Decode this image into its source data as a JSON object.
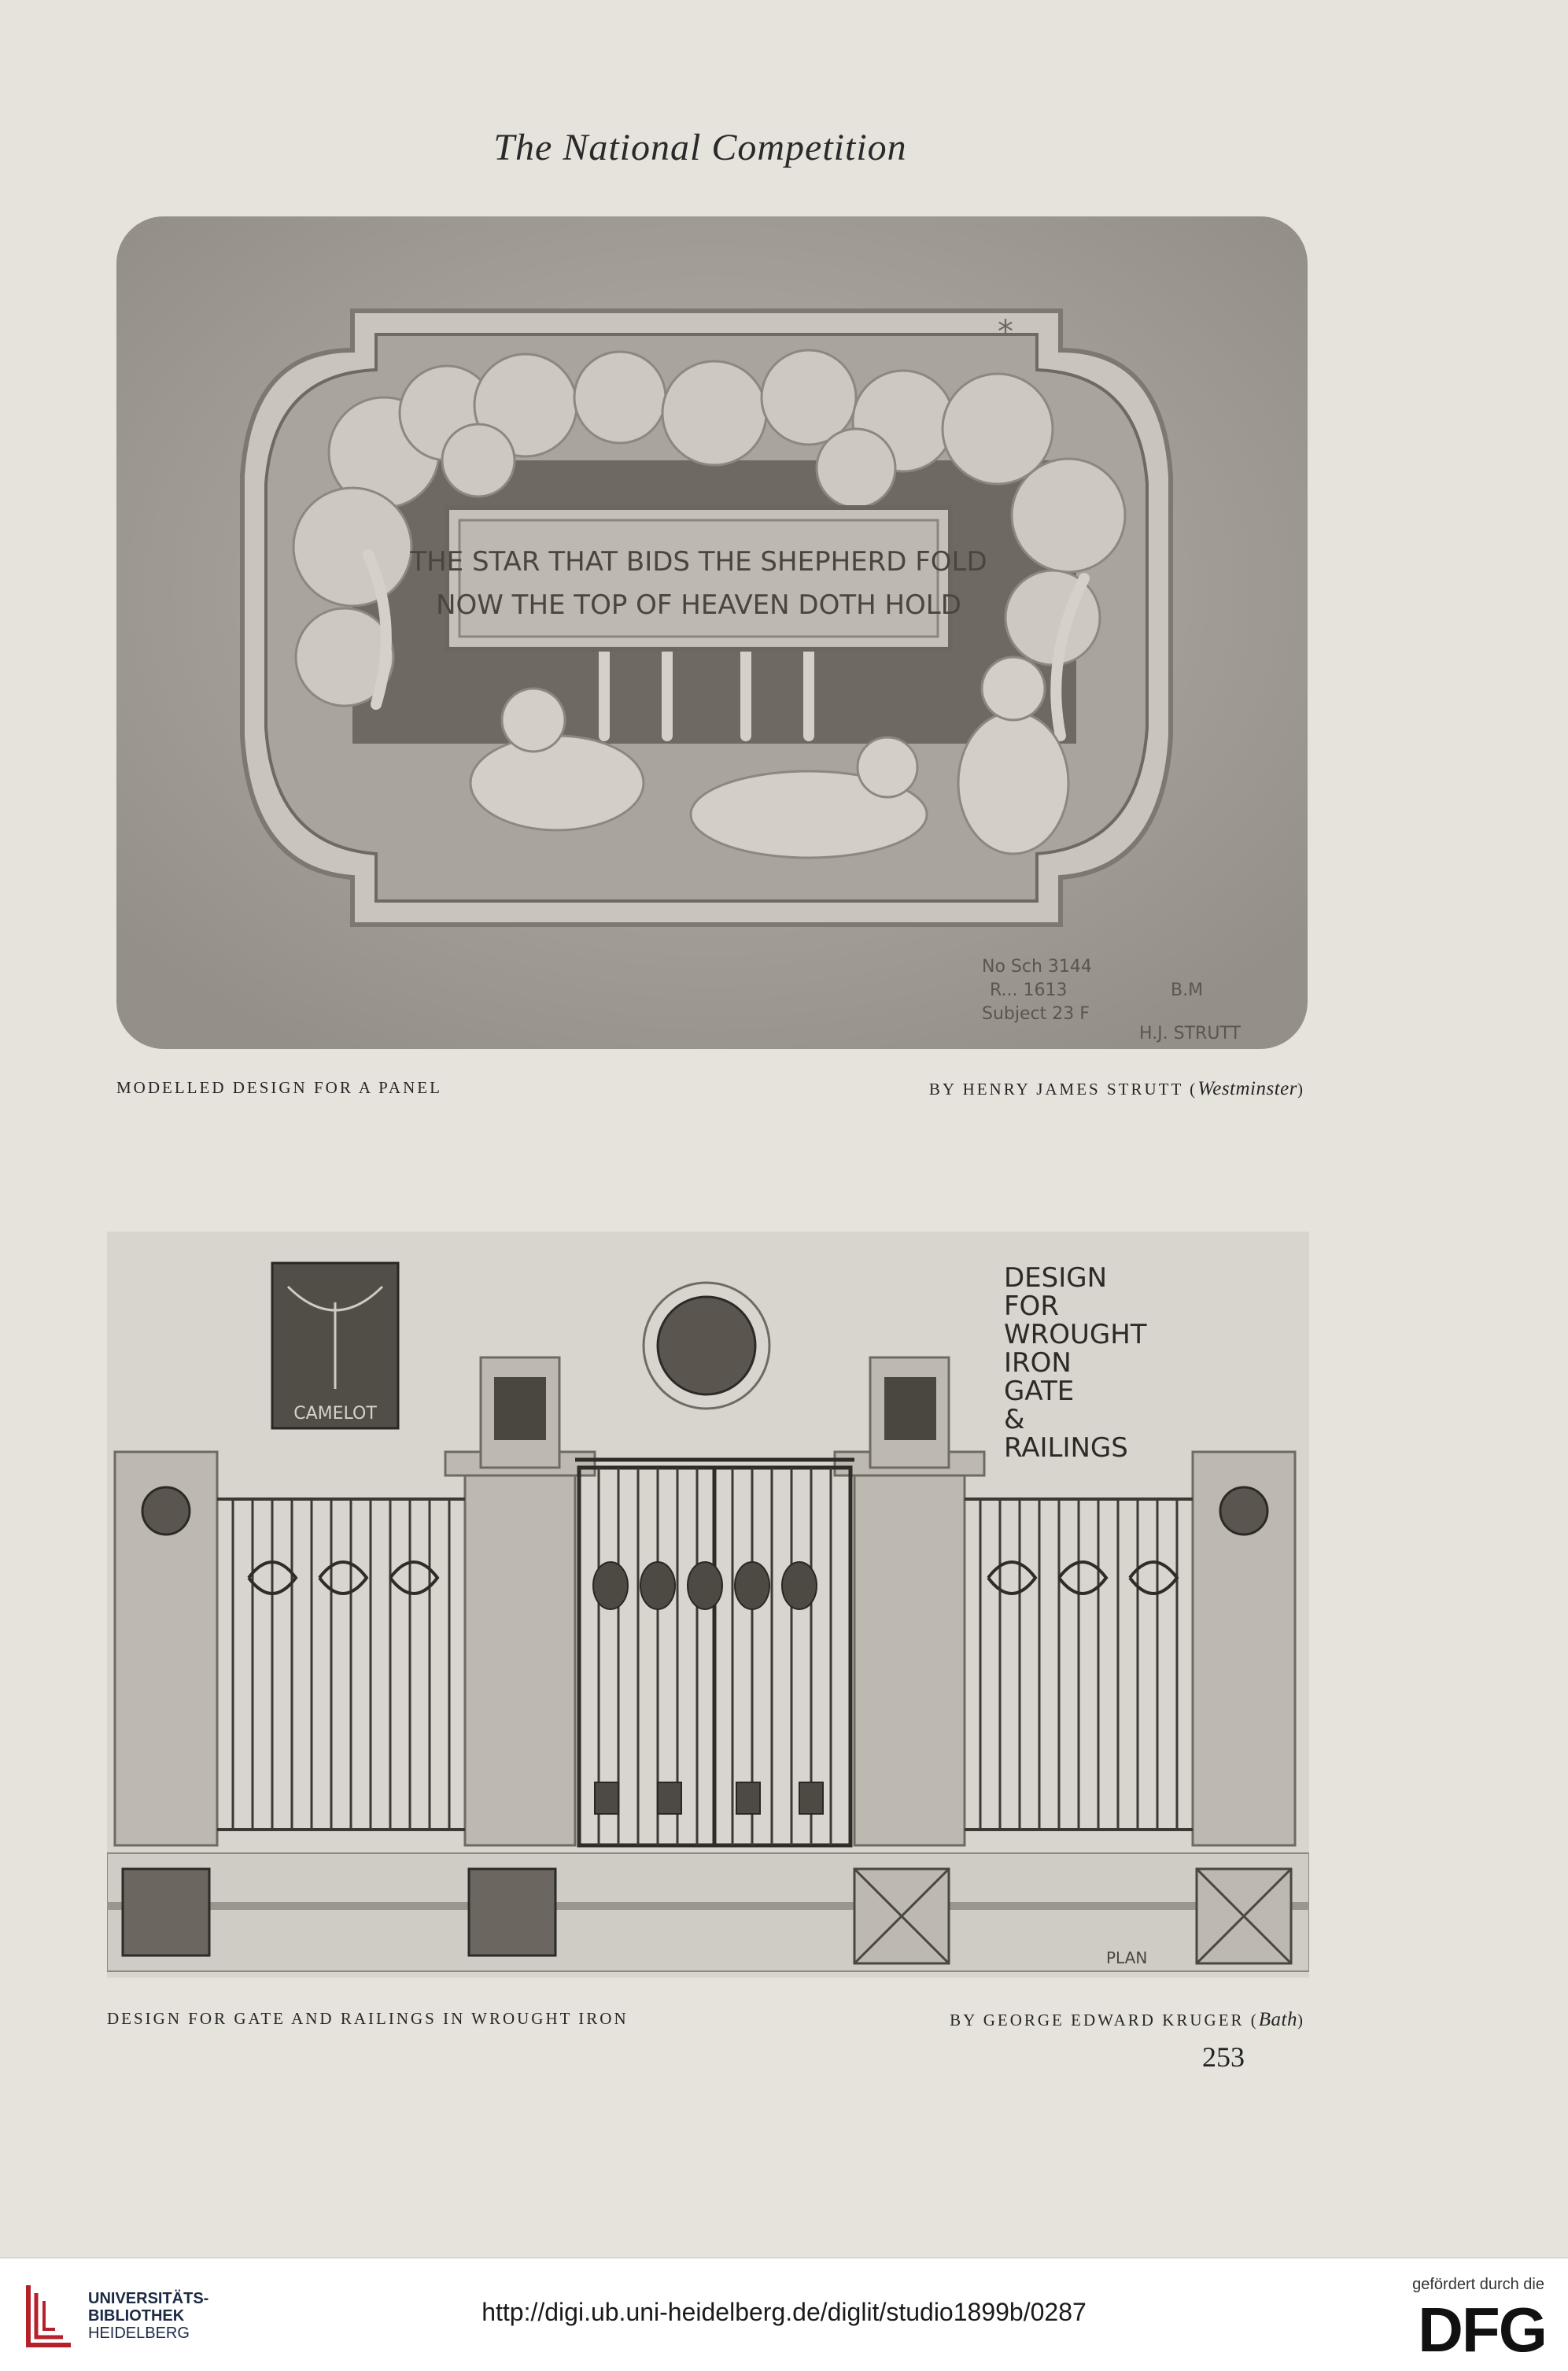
{
  "page": {
    "title": "The National Competition",
    "page_number": "253"
  },
  "plates": [
    {
      "inscription_line1": "THE STAR THAT BIDS THE SHEPHERD FOLD",
      "inscription_line2": "NOW THE TOP OF HEAVEN DOTH HOLD",
      "caption_left": "MODELLED DESIGN FOR A PANEL",
      "caption_right": "BY HENRY JAMES STRUTT (",
      "caption_place": "Westminster",
      "marks": [
        "No Sch 3144",
        "R... 1613",
        "Subject 23 F",
        "B.M",
        "H.J. STRUTT"
      ]
    },
    {
      "drawing_title": [
        "DESIGN",
        "FOR",
        "WROUGHT",
        "IRON",
        "GATE",
        "&",
        "RAILINGS"
      ],
      "plaque_label": "CAMELOT",
      "plan_label": "PLAN",
      "caption_left": "DESIGN FOR GATE AND RAILINGS IN WROUGHT IRON",
      "caption_right": "BY GEORGE EDWARD KRUGER (",
      "caption_place": "Bath"
    }
  ],
  "footer": {
    "library_line1": "UNIVERSITÄTS-",
    "library_line2": "BIBLIOTHEK",
    "library_line3": "HEIDELBERG",
    "url": "http://digi.ub.uni-heidelberg.de/diglit/studio1899b/0287",
    "funding_note": "gefördert durch die",
    "funder_logo": "DFG"
  }
}
